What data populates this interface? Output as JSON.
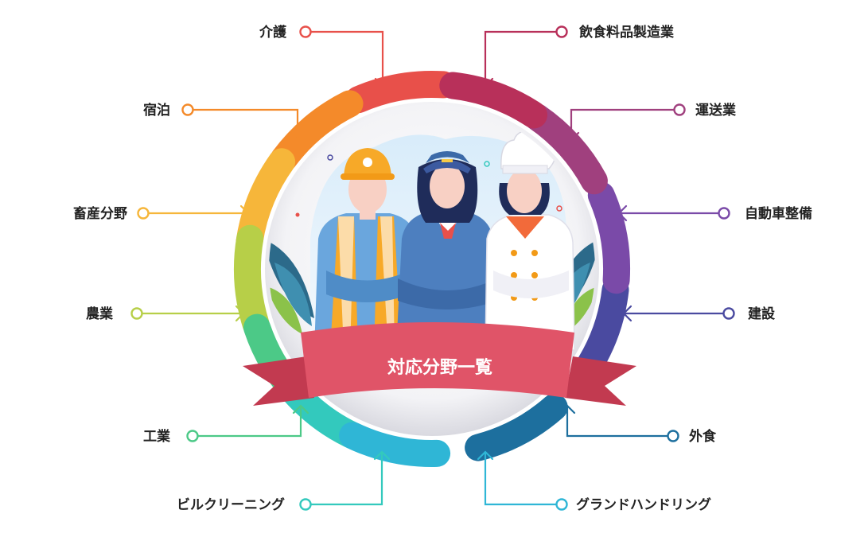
{
  "center_title": "対応分野一覧",
  "sectors": [
    {
      "label": "介護",
      "color": "#e8504a"
    },
    {
      "label": "宿泊",
      "color": "#f48a2a"
    },
    {
      "label": "畜産分野",
      "color": "#f6b63a"
    },
    {
      "label": "農業",
      "color": "#b7cf48"
    },
    {
      "label": "工業",
      "color": "#4cc987"
    },
    {
      "label": "ビルクリーニング",
      "color": "#33c9bd"
    },
    {
      "label": "グランドハンドリング",
      "color": "#2fb6d6"
    },
    {
      "label": "外食",
      "color": "#1d6f9e"
    },
    {
      "label": "建設",
      "color": "#4a4aa0"
    },
    {
      "label": "自動車整備",
      "color": "#7a4aa8"
    },
    {
      "label": "運送業",
      "color": "#a0407e"
    },
    {
      "label": "飲食料品製造業",
      "color": "#b8305a"
    }
  ],
  "colors": {
    "banner": "#e05468",
    "banner_dark": "#c23a50",
    "label_text": "#222222"
  },
  "icons": [
    "worker-illustration",
    "flight-attendant-illustration",
    "chef-illustration",
    "leaf-decoration"
  ]
}
